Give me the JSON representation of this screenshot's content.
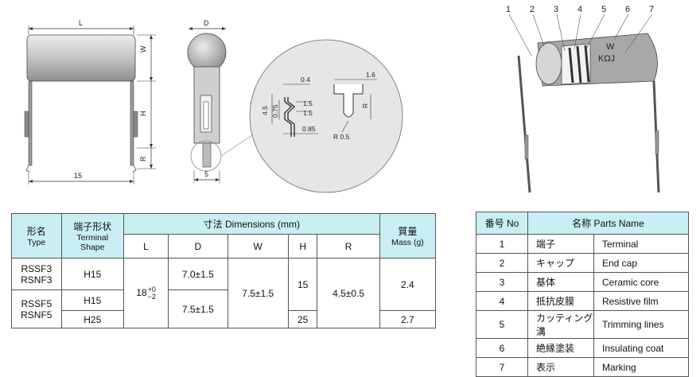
{
  "drawing": {
    "dims": {
      "L": "L",
      "W": "W",
      "H": "H",
      "R": "R",
      "D": "D",
      "len15": "15",
      "len5": "5",
      "d04": "0.4",
      "d45": "4.5",
      "d075": "0.75",
      "d15a": "1.5",
      "d15b": "1.5",
      "d085": "0.85",
      "d16": "1.6",
      "dR": "R",
      "dR05": "R 0.5"
    },
    "part_numbers": [
      "1",
      "2",
      "3",
      "4",
      "5",
      "6",
      "7"
    ],
    "marking": {
      "line1": "W",
      "line2": "KΩJ"
    }
  },
  "dimtable": {
    "headers": {
      "type_jp": "形名",
      "type_en": "Type",
      "term_jp": "端子形状",
      "term_en1": "Terminal",
      "term_en2": "Shape",
      "dims": "寸法 Dimensions (mm)",
      "mass_jp": "質量",
      "mass_en": "Mass (g)",
      "L": "L",
      "D": "D",
      "W": "W",
      "H": "H",
      "R": "R"
    },
    "rows": {
      "type1a": "RSSF3",
      "type1b": "RSNF3",
      "type2a": "RSSF5",
      "type2b": "RSNF5",
      "shape1": "H15",
      "shape2": "H15",
      "shape3": "H25",
      "L_base": "18",
      "L_plus": "+0",
      "L_minus": "−2",
      "D1": "7.0±1.5",
      "D2": "7.5±1.5",
      "W": "7.5±1.5",
      "H1": "15",
      "H2": "25",
      "R": "4.5±0.5",
      "mass1": "2.4",
      "mass2": "2.7"
    }
  },
  "parts": {
    "header_no": "番号 No",
    "header_name": "名称 Parts Name",
    "items": [
      {
        "no": "1",
        "jp": "端子",
        "en": "Terminal"
      },
      {
        "no": "2",
        "jp": "キャップ",
        "en": "End cap"
      },
      {
        "no": "3",
        "jp": "基体",
        "en": "Ceramic core"
      },
      {
        "no": "4",
        "jp": "抵抗皮膜",
        "en": "Resistive film"
      },
      {
        "no": "5",
        "jp": "カッティング溝",
        "en": "Trimming lines"
      },
      {
        "no": "6",
        "jp": "絶縁塗装",
        "en": "Insulating coat"
      },
      {
        "no": "7",
        "jp": "表示",
        "en": "Marking"
      }
    ]
  },
  "colors": {
    "header_bg": "#c9eef4",
    "body_gray": "#bdbdbd",
    "circle_gray": "#e6e6e6"
  }
}
